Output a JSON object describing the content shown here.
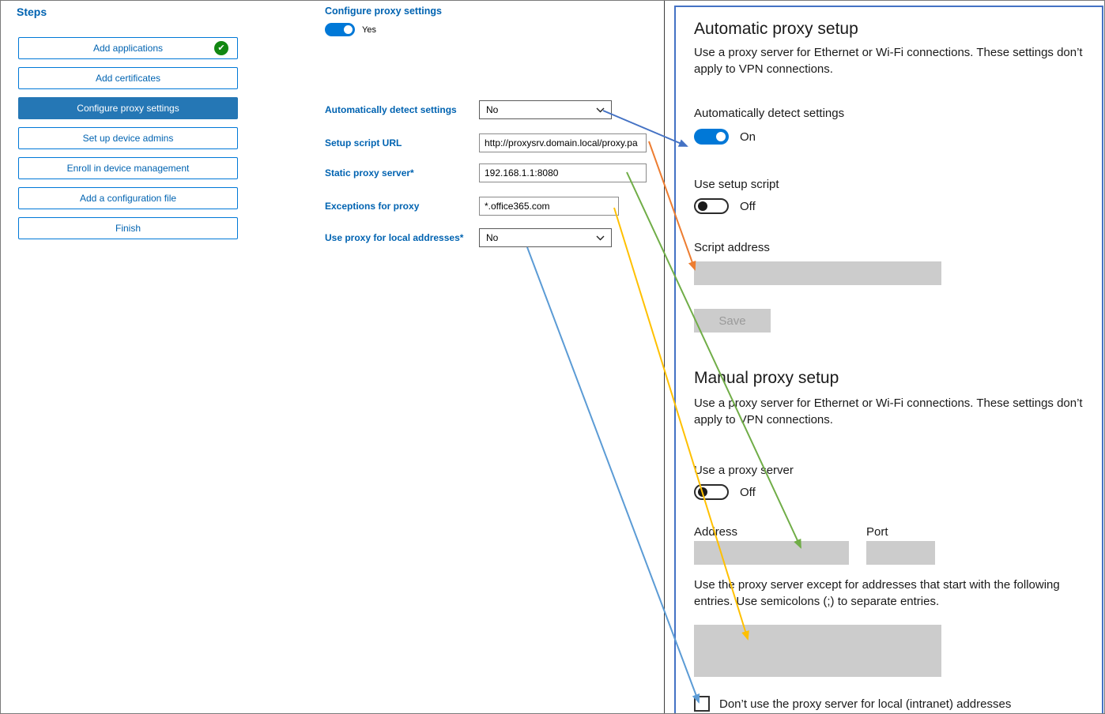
{
  "steps_panel": {
    "title": "Steps",
    "items": [
      {
        "label": "Add applications",
        "status": "completed"
      },
      {
        "label": "Add certificates",
        "status": ""
      },
      {
        "label": "Configure proxy settings",
        "status": "selected"
      },
      {
        "label": "Set up device admins",
        "status": ""
      },
      {
        "label": "Enroll in device management",
        "status": ""
      },
      {
        "label": "Add a configuration file",
        "status": ""
      },
      {
        "label": "Finish",
        "status": ""
      }
    ]
  },
  "form": {
    "title": "Configure proxy settings",
    "enabled_toggle_state": "Yes",
    "fields": [
      {
        "label": "Automatically detect settings",
        "type": "dropdown",
        "value": "No"
      },
      {
        "label": "Setup script URL",
        "type": "text",
        "value": "http://proxysrv.domain.local/proxy.pa"
      },
      {
        "label": "Static proxy server*",
        "type": "text",
        "value": "192.168.1.1:8080"
      },
      {
        "label": "Exceptions for proxy",
        "type": "text",
        "value": "*.office365.com"
      },
      {
        "label": "Use proxy for local addresses*",
        "type": "dropdown",
        "value": "No"
      }
    ]
  },
  "settings_panel": {
    "automatic_section": {
      "title": "Automatic proxy setup",
      "description": "Use a proxy server for Ethernet or Wi-Fi connections. These settings don’t apply to VPN connections.",
      "detect_label": "Automatically detect settings",
      "detect_state": "On",
      "setup_script_label": "Use setup script",
      "setup_script_state": "Off",
      "script_address_label": "Script address",
      "save_button": "Save"
    },
    "manual_section": {
      "title": "Manual proxy setup",
      "description": "Use a proxy server for Ethernet or Wi-Fi connections. These settings don’t apply to VPN connections.",
      "use_proxy_label": "Use a proxy server",
      "use_proxy_state": "Off",
      "address_label": "Address",
      "port_label": "Port",
      "exceptions_hint": "Use the proxy server except for addresses that start with the following entries. Use semicolons (;) to separate entries.",
      "local_checkbox_label": "Don’t use the proxy server for local (intranet) addresses"
    }
  },
  "arrows": [
    {
      "name": "detect-settings-mapping",
      "color": "#4472C4"
    },
    {
      "name": "setup-script-url-mapping",
      "color": "#ED7D31"
    },
    {
      "name": "static-proxy-mapping",
      "color": "#70AD47"
    },
    {
      "name": "exceptions-mapping",
      "color": "#FFC000"
    },
    {
      "name": "local-addresses-mapping",
      "color": "#5B9BD5"
    }
  ],
  "colors": {
    "accent_blue": "#0078D7",
    "step_selected_bg": "#2577B5",
    "label_blue": "#0063B1",
    "panel_border": "#4472C4",
    "disabled_gray": "#CCCCCC",
    "check_green": "#128712"
  }
}
